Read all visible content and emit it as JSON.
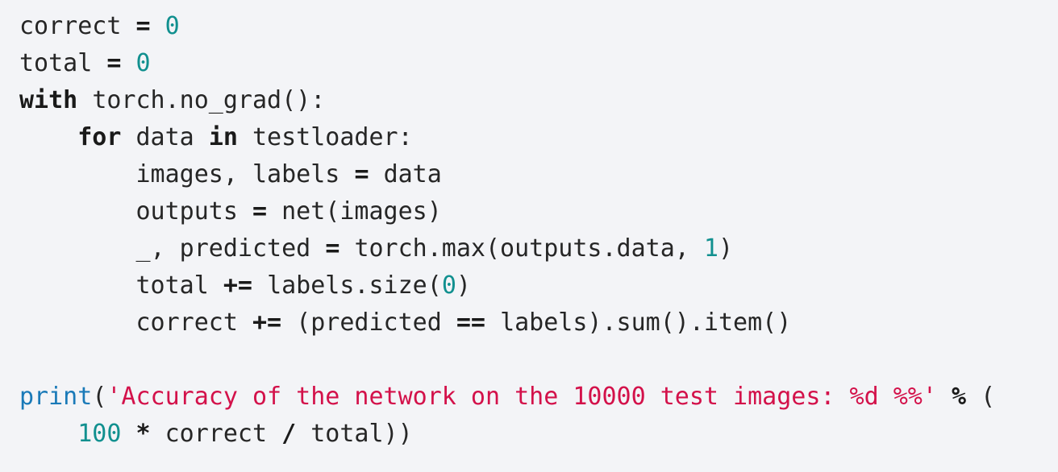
{
  "colors": {
    "background": "#f3f4f7",
    "text": "#262626",
    "number": "#11908f",
    "string": "#d3114a",
    "builtin": "#1a7ab8"
  },
  "code": {
    "l1": {
      "a": "correct",
      "op": "=",
      "n": "0"
    },
    "l2": {
      "a": "total",
      "op": "=",
      "n": "0"
    },
    "l3": {
      "kw": "with",
      "rest": "torch.no_grad():"
    },
    "l4": {
      "indent": "    ",
      "kw1": "for",
      "a": "data",
      "kw2": "in",
      "b": "testloader:"
    },
    "l5": {
      "indent": "        ",
      "a": "images, labels",
      "op": "=",
      "b": "data"
    },
    "l6": {
      "indent": "        ",
      "a": "outputs",
      "op": "=",
      "b": "net(images)"
    },
    "l7": {
      "indent": "        ",
      "a": "_, predicted",
      "op": "=",
      "b": "torch.max(outputs.data,",
      "n": "1",
      "c": ")"
    },
    "l8": {
      "indent": "        ",
      "a": "total",
      "op": "+=",
      "b": "labels.size(",
      "n": "0",
      "c": ")"
    },
    "l9": {
      "indent": "        ",
      "a": "correct",
      "op1": "+=",
      "b": "(predicted",
      "op2": "==",
      "c": "labels).sum().item()"
    },
    "l11": {
      "fn": "print",
      "p": "(",
      "s": "'Accuracy of the network on the 10000 test images: %d %%'",
      "op": "%",
      "c": "("
    },
    "l12": {
      "indent": "    ",
      "n": "100",
      "op1": "*",
      "a": "correct",
      "op2": "/",
      "b": "total))"
    }
  }
}
